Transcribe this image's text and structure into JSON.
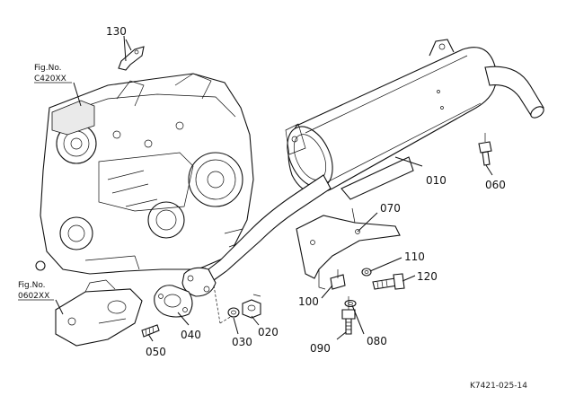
{
  "drawing_code": "K7421-025-14",
  "figure_refs": [
    {
      "id": "fig-c420",
      "line1": "Fig.No.",
      "line2": "C420XX"
    },
    {
      "id": "fig-0602",
      "line1": "Fig.No.",
      "line2": "0602XX"
    }
  ],
  "parts": [
    {
      "id": "p010",
      "label": "010"
    },
    {
      "id": "p020",
      "label": "020"
    },
    {
      "id": "p030",
      "label": "030"
    },
    {
      "id": "p040",
      "label": "040"
    },
    {
      "id": "p050",
      "label": "050"
    },
    {
      "id": "p060",
      "label": "060"
    },
    {
      "id": "p070",
      "label": "070"
    },
    {
      "id": "p080",
      "label": "080"
    },
    {
      "id": "p090",
      "label": "090"
    },
    {
      "id": "p100",
      "label": "100"
    },
    {
      "id": "p110",
      "label": "110"
    },
    {
      "id": "p120",
      "label": "120"
    },
    {
      "id": "p130",
      "label": "130"
    }
  ]
}
